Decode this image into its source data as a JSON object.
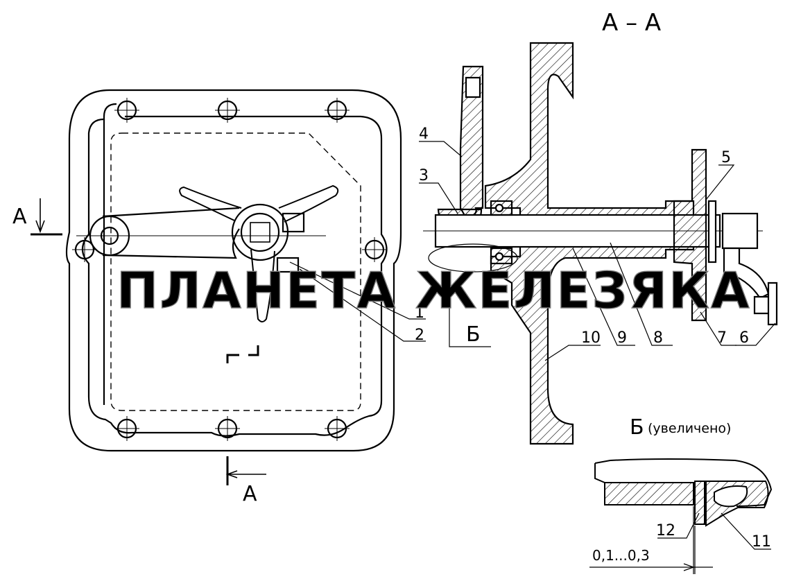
{
  "section_title": "А – А",
  "section_marks": {
    "top": "А",
    "bottom": "А"
  },
  "detail_label": "Б",
  "detail_title": {
    "letter": "Б",
    "note": "(увеличено)"
  },
  "clearance": "0,1...0,3",
  "callouts": [
    "1",
    "2",
    "3",
    "4",
    "5",
    "6",
    "7",
    "8",
    "9",
    "10",
    "11",
    "12"
  ],
  "watermark": "ПЛАНЕТА ЖЕЛЕЗЯКА"
}
